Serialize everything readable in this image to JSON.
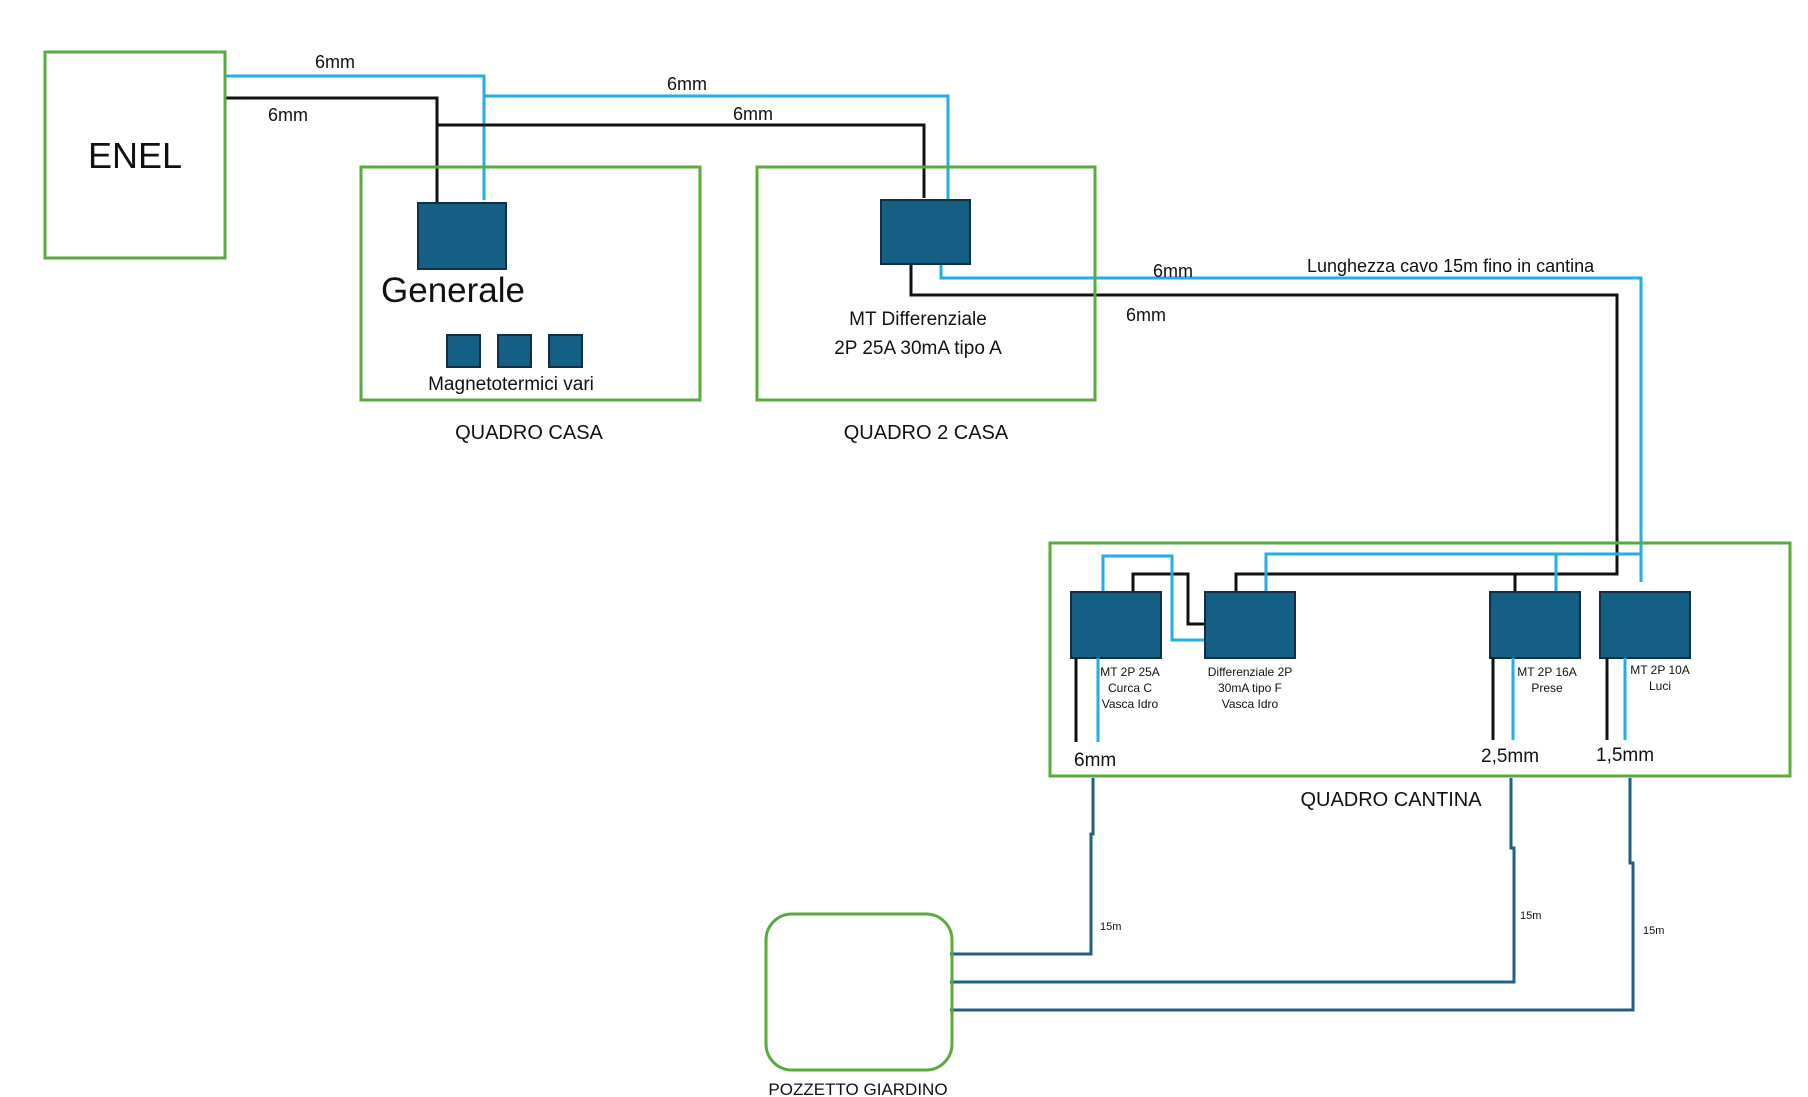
{
  "boxes": {
    "enel": "ENEL",
    "quadro_casa": "QUADRO CASA",
    "quadro_2_casa": "QUADRO 2 CASA",
    "quadro_cantina": "QUADRO CANTINA",
    "pozzetto": "POZZETTO GIARDINO"
  },
  "quadro_casa": {
    "generale": "Generale",
    "magnetotermici": "Magnetotermici vari"
  },
  "quadro_2_casa": {
    "device_line1": "MT Differenziale",
    "device_line2": "2P 25A 30mA tipo A"
  },
  "wire_labels": {
    "enel_blue": "6mm",
    "enel_black": "6mm",
    "q2_blue": "6mm",
    "q2_black": "6mm",
    "cantina_blue": "6mm",
    "cantina_black": "6mm",
    "cantina_length": "Lunghezza cavo 15m fino in cantina"
  },
  "cantina_devices": {
    "mt25": [
      "MT 2P 25A",
      "Curca C",
      "Vasca Idro"
    ],
    "diff": [
      "Differenziale 2P",
      "30mA tipo F",
      "Vasca Idro"
    ],
    "mt16": [
      "MT 2P 16A",
      "Prese"
    ],
    "mt10": [
      "MT 2P 10A",
      "Luci"
    ]
  },
  "outputs": {
    "mt25": "6mm",
    "mt16": "2,5mm",
    "mt10": "1,5mm"
  },
  "garden_runs": {
    "run1": "15m",
    "run2": "15m",
    "run3": "15m"
  },
  "colors": {
    "box_outline": "#5aab3c",
    "device_fill": "#155f85",
    "phase_wire": "#111111",
    "neutral_wire": "#22aee6",
    "garden_cable": "#1f5f85"
  }
}
